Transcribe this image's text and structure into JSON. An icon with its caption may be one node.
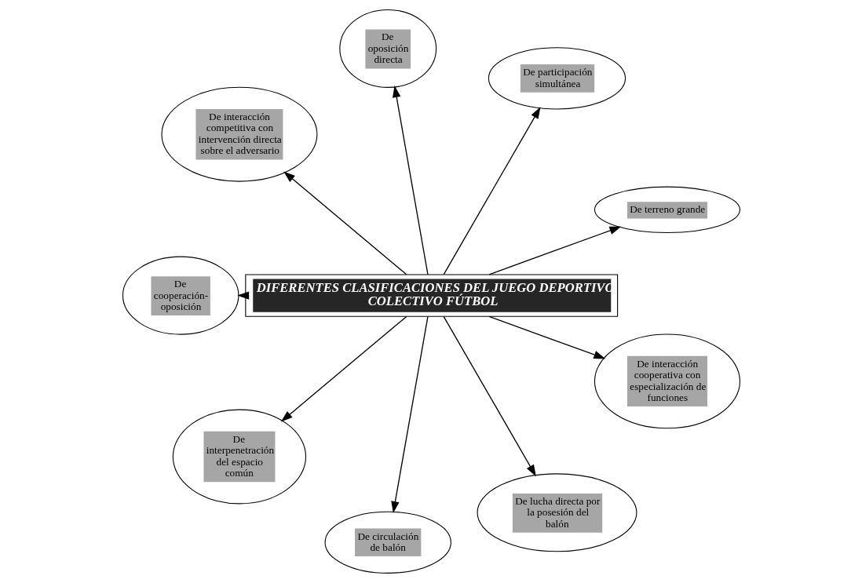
{
  "diagram": {
    "nodes": [
      {
        "text": [
          "DIFERENTES CLASIFICACIONES DEL JUEGO DEPORTIVO COLECTIVO FÚTBOL"
        ]
      },
      {
        "text": [
          "De terreno grande"
        ]
      },
      {
        "text": [
          "De participación simultánea"
        ]
      },
      {
        "text": [
          "De oposición directa"
        ]
      },
      {
        "text": [
          "De interacción competitiva con intervención directa sobre el adversario"
        ]
      },
      {
        "text": [
          "De cooperación-oposición"
        ]
      },
      {
        "text": [
          "De interpenetración del espacio común"
        ]
      },
      {
        "text": [
          "De circulación de balón"
        ]
      },
      {
        "text": [
          "De lucha directa por la posesión del balón"
        ]
      },
      {
        "text": [
          "De interacción cooperativa con especialización de funciones"
        ]
      }
    ],
    "edges": [
      {
        "from": 0,
        "to": 1,
        "arrow": "to"
      },
      {
        "from": 0,
        "to": 2,
        "arrow": "to"
      },
      {
        "from": 0,
        "to": 3,
        "arrow": "to"
      },
      {
        "from": 0,
        "to": 4,
        "arrow": "to"
      },
      {
        "from": 0,
        "to": 5,
        "arrow": "to"
      },
      {
        "from": 0,
        "to": 9,
        "arrow": "to"
      },
      {
        "from": 0,
        "to": 8,
        "arrow": "to"
      },
      {
        "from": 0,
        "to": 7,
        "arrow": "to"
      },
      {
        "from": 0,
        "to": 6,
        "arrow": "to"
      }
    ]
  }
}
